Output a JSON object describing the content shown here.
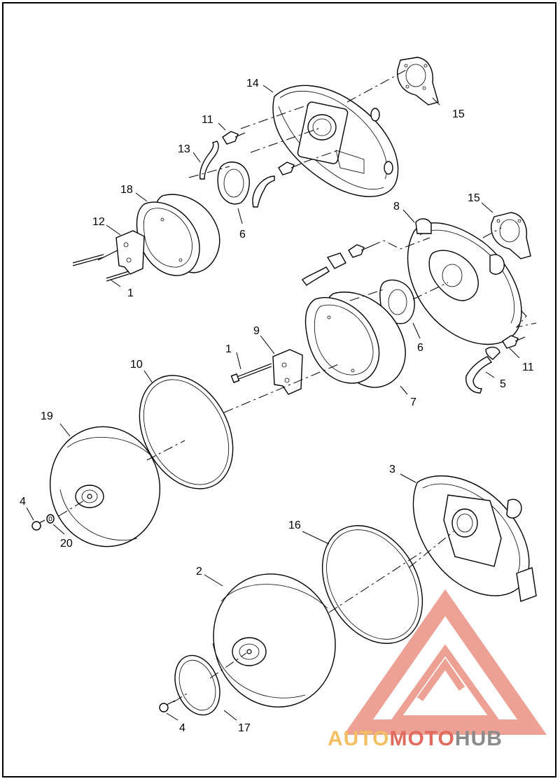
{
  "diagram": {
    "callouts": {
      "c1a": "1",
      "c1b": "1",
      "c2": "2",
      "c3": "3",
      "c4a": "4",
      "c4b": "4",
      "c5": "5",
      "c6a": "6",
      "c6b": "6",
      "c7": "7",
      "c8": "8",
      "c9": "9",
      "c10": "10",
      "c11a": "11",
      "c11b": "11",
      "c12": "12",
      "c13": "13",
      "c14": "14",
      "c15a": "15",
      "c15b": "15",
      "c16": "16",
      "c17": "17",
      "c18": "18",
      "c19": "19",
      "c20": "20"
    }
  },
  "watermark": {
    "part1": "AUTO",
    "part2": "MOTO",
    "part3": "HUB",
    "colors": {
      "auto": "#f2c063",
      "moto": "#e06a5e",
      "hub": "#8a8a8a"
    }
  }
}
